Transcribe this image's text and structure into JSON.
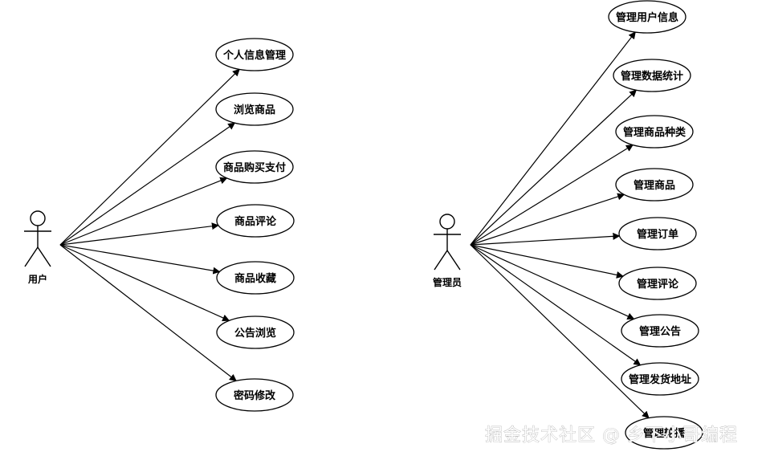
{
  "actors": {
    "user": {
      "label": "用户"
    },
    "admin": {
      "label": "管理员"
    }
  },
  "user_cases": [
    "个人信息管理",
    "浏览商品",
    "商品购买支付",
    "商品评论",
    "商品收藏",
    "公告浏览",
    "密码修改"
  ],
  "admin_cases": [
    "管理用户信息",
    "管理数据统计",
    "管理商品种类",
    "管理商品",
    "管理订单",
    "管理评论",
    "管理公告",
    "管理发货地址",
    "管理轮播"
  ],
  "watermark": "掘金技术社区 @ 乡下小哥编程"
}
